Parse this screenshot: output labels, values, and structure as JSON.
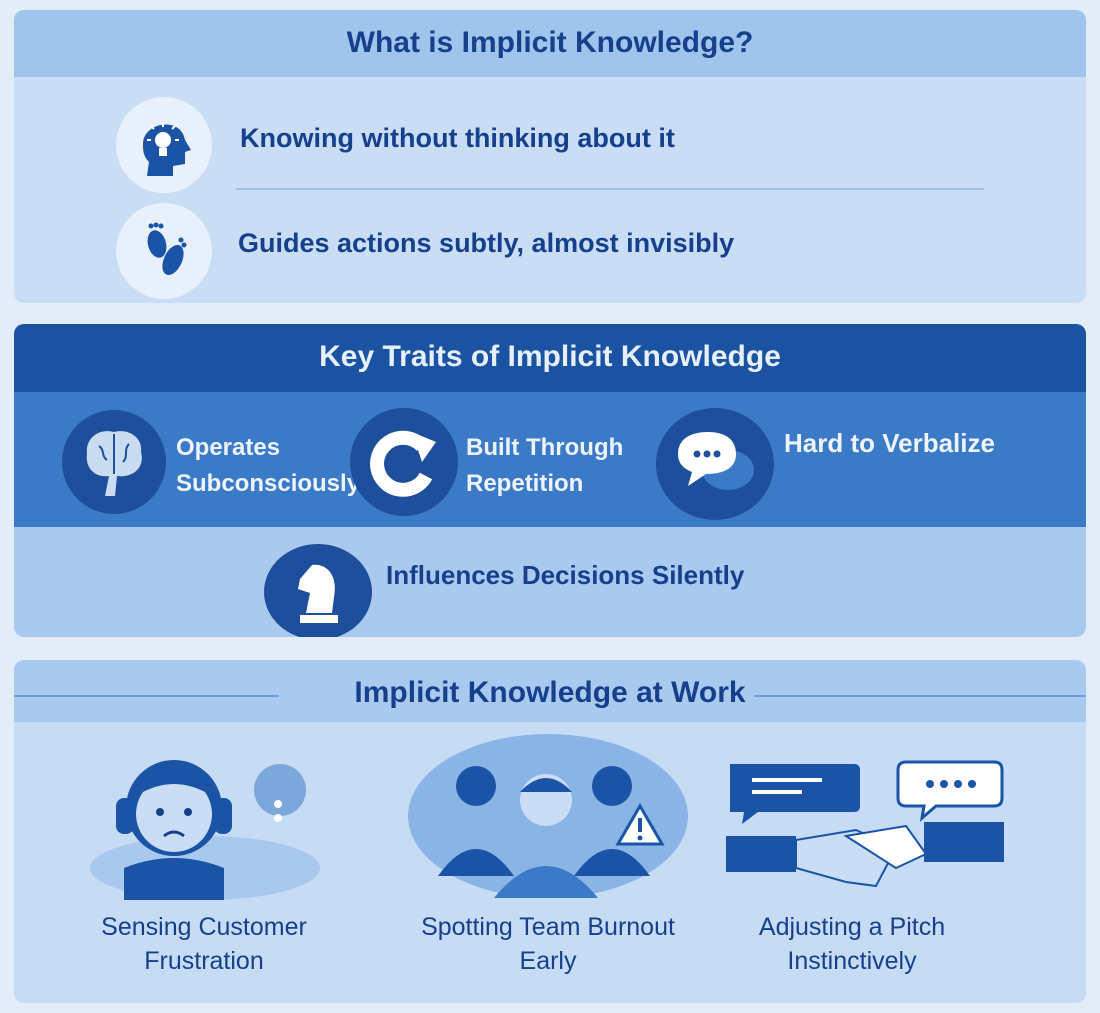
{
  "section1": {
    "title": "What is Implicit Knowledge?",
    "items": [
      {
        "icon": "head-lightbulb-icon",
        "text": "Knowing without thinking about it"
      },
      {
        "icon": "footprints-icon",
        "text": "Guides actions subtly, almost invisibly"
      }
    ]
  },
  "section2": {
    "title": "Key Traits of Implicit Knowledge",
    "traits": [
      {
        "icon": "brain-icon",
        "line1": "Operates",
        "line2": "Subconsciously"
      },
      {
        "icon": "repeat-arrow-icon",
        "line1": "Built Through",
        "line2": "Repetition"
      },
      {
        "icon": "speech-bubbles-icon",
        "line1": "Hard to Verbalize",
        "line2": ""
      },
      {
        "icon": "chess-knight-icon",
        "line1": "Influences Decisions Silently",
        "line2": ""
      }
    ]
  },
  "section3": {
    "title": "Implicit Knowledge at Work",
    "examples": [
      {
        "icon": "customer-support-headset-icon",
        "line1": "Sensing Customer",
        "line2": "Frustration"
      },
      {
        "icon": "team-warning-icon",
        "line1": "Spotting Team Burnout",
        "line2": "Early"
      },
      {
        "icon": "handshake-chat-icon",
        "line1": "Adjusting a Pitch",
        "line2": "Instinctively"
      }
    ]
  },
  "colors": {
    "navy": "#17408c",
    "dark_blue": "#1b54a6",
    "mid_blue": "#3b7ac6",
    "light_blue": "#c9ddf5"
  }
}
